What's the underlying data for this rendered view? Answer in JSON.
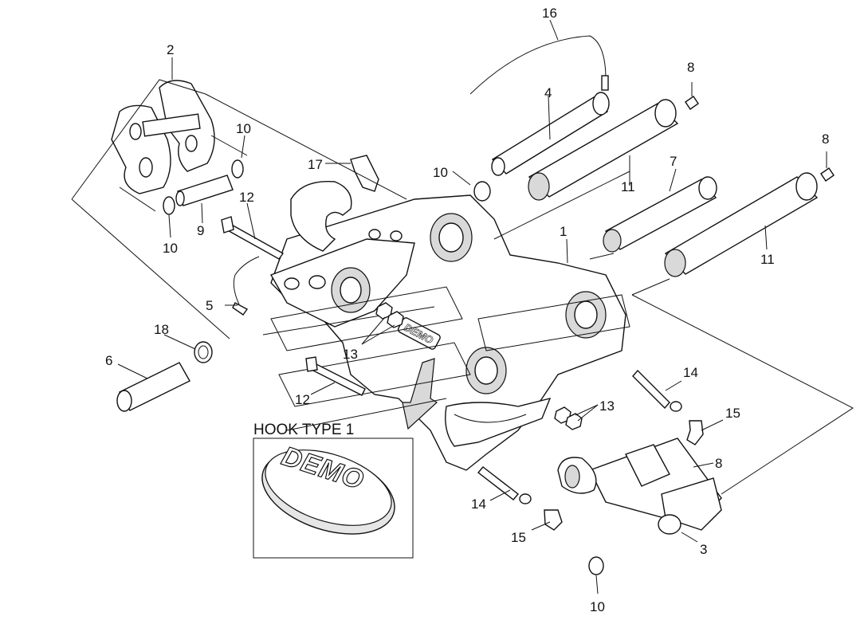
{
  "callouts": {
    "c1": "1",
    "c2": "2",
    "c3": "3",
    "c4": "4",
    "c5": "5",
    "c6": "6",
    "c7": "7",
    "c8a": "8",
    "c8b": "8",
    "c8c": "8",
    "c9": "9",
    "c10a": "10",
    "c10b": "10",
    "c10c": "10",
    "c10d": "10",
    "c11a": "11",
    "c11b": "11",
    "c12a": "12",
    "c12b": "12",
    "c13a": "13",
    "c13b": "13",
    "c14a": "14",
    "c14b": "14",
    "c15a": "15",
    "c15b": "15",
    "c16": "16",
    "c17": "17",
    "c18": "18"
  },
  "inset": {
    "title": "HOOK TYPE 1",
    "logo_text": "DEMO"
  },
  "body_logo": "DEMO"
}
